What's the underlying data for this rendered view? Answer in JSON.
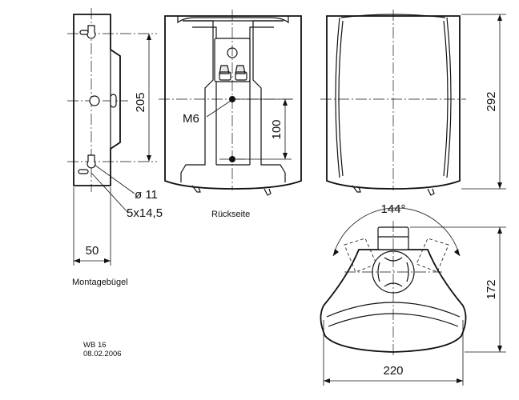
{
  "labels": {
    "dim_205": "205",
    "dim_m6": "M6",
    "dim_100": "100",
    "dim_292": "292",
    "dim_d11": "ø 11",
    "dim_slot": "5x14,5",
    "dim_50": "50",
    "dim_144": "144°",
    "dim_172": "172",
    "dim_220": "220",
    "rueckseite": "Rückseite",
    "montagebuegel": "Montagebügel",
    "drawing_id": "WB 16",
    "drawing_date": "08.02.2006"
  }
}
